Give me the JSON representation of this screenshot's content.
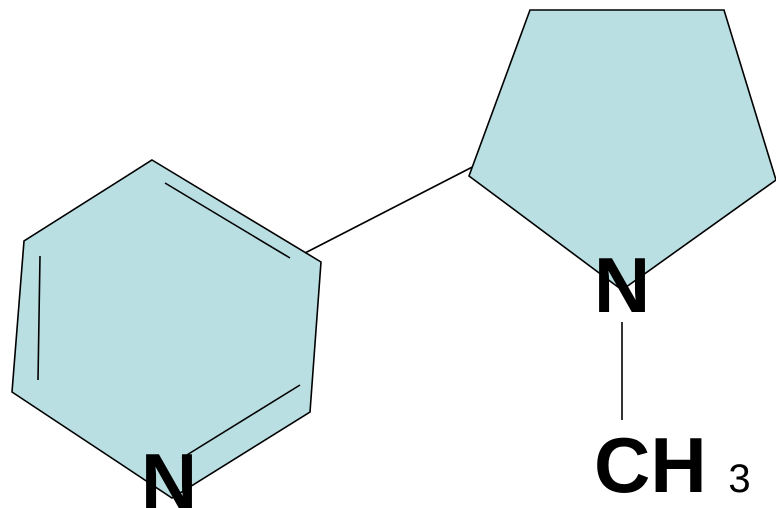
{
  "diagram": {
    "ring_fill": "#b9dfe3",
    "bond_color": "#000000",
    "atoms": {
      "pyridine_nitrogen": "N",
      "pyrrolidine_nitrogen": "N",
      "methyl_carbon_hydrogen": "CH",
      "methyl_subscript": "3"
    }
  }
}
